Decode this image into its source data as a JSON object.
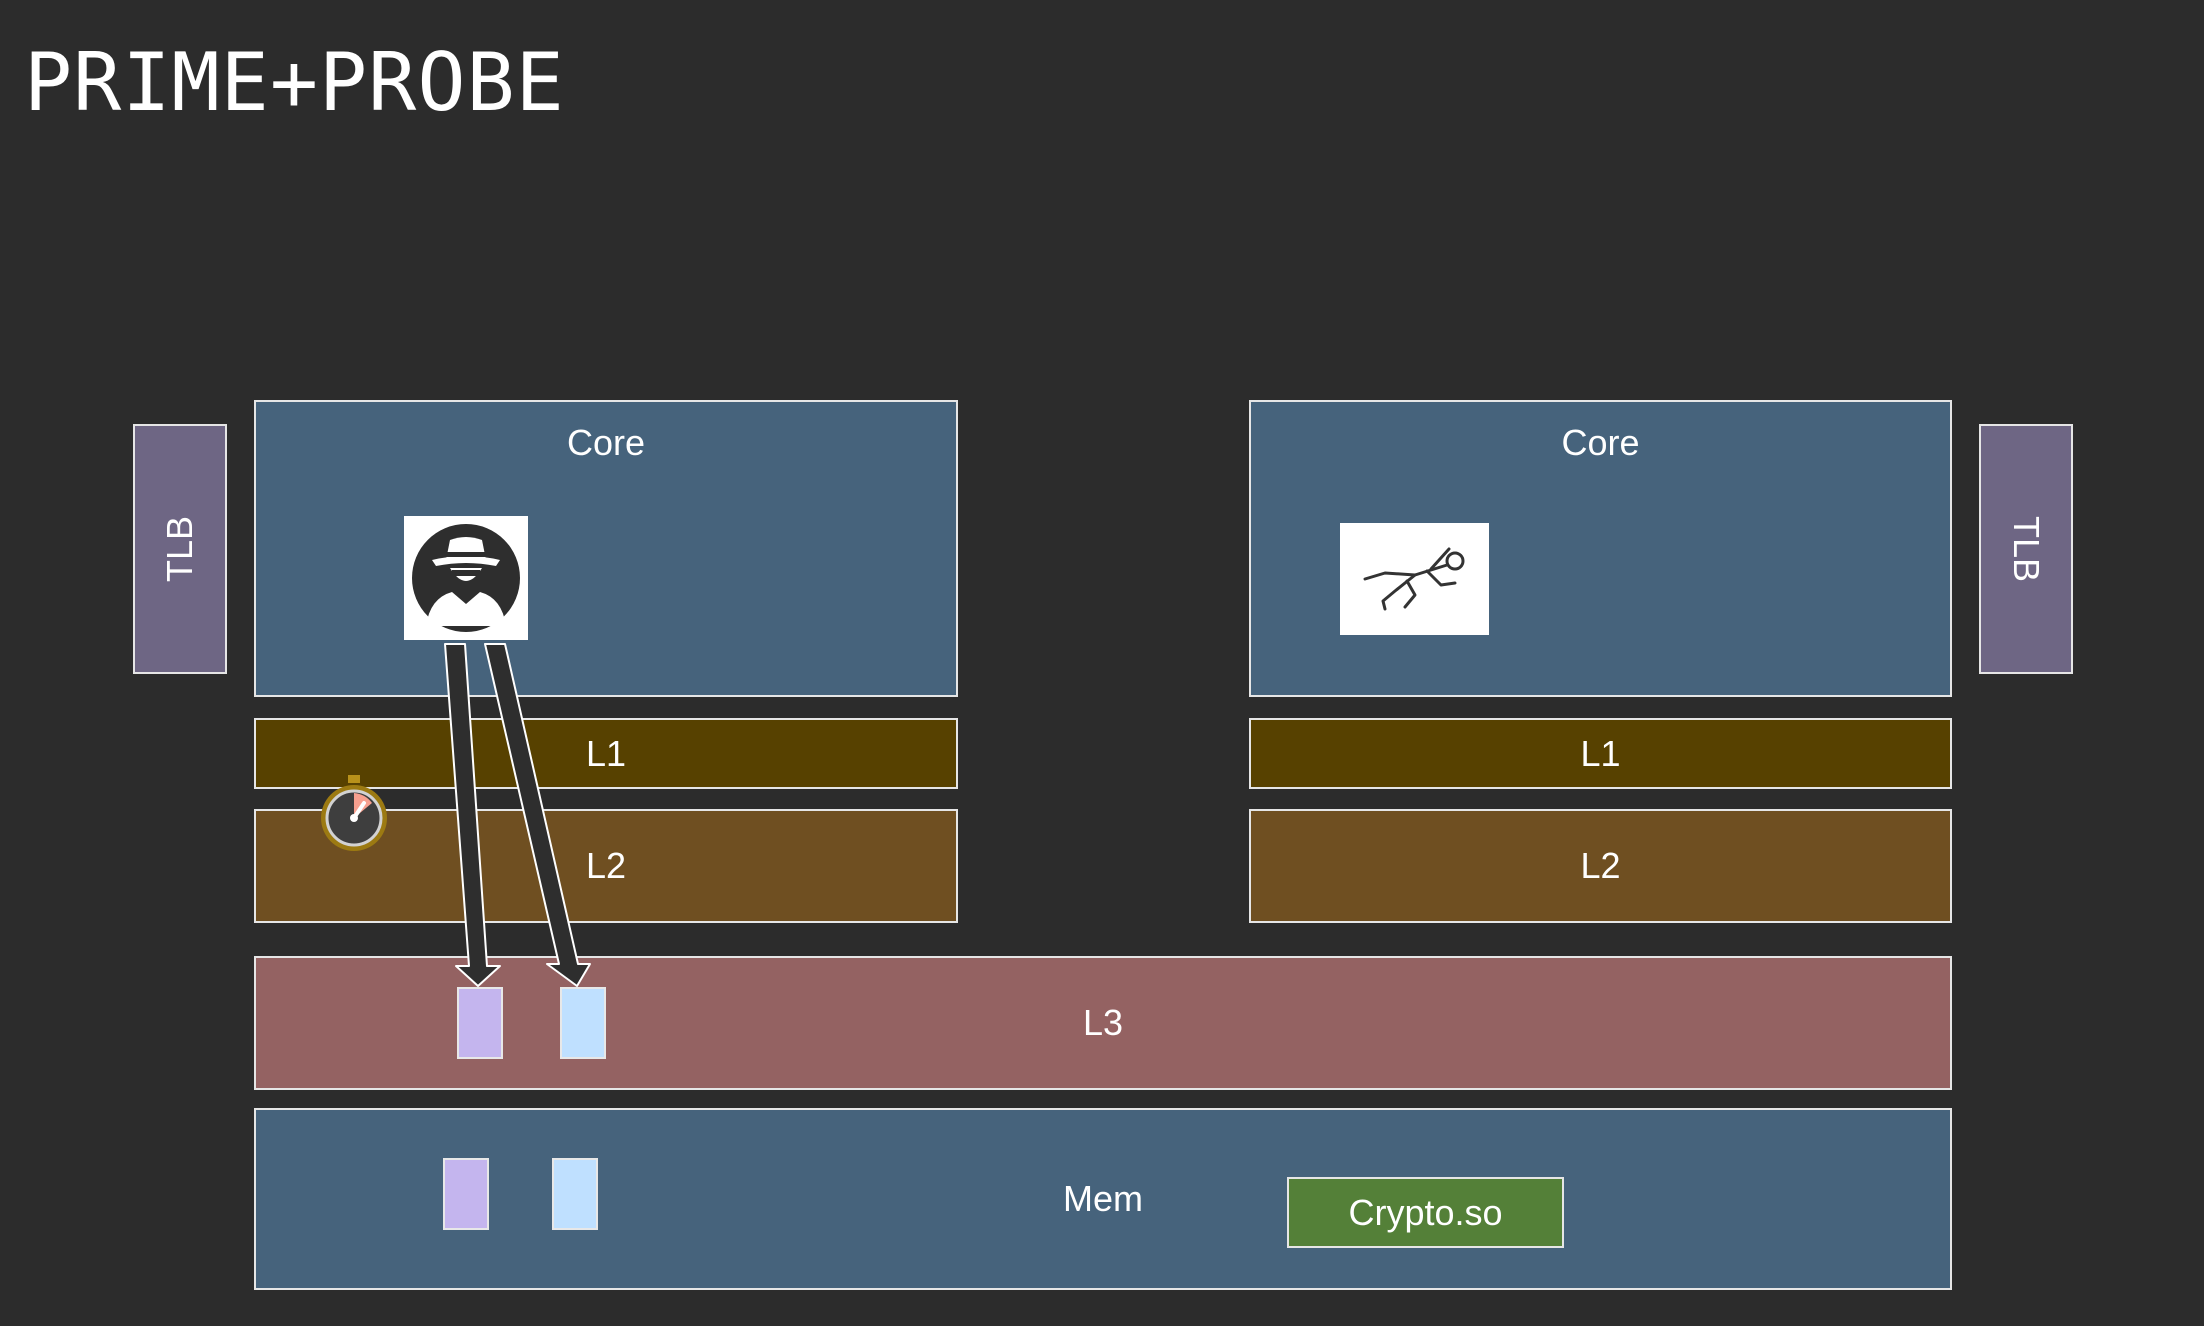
{
  "title": "PRIME+PROBE",
  "left": {
    "tlb": "TLB",
    "core": "Core",
    "l1": "L1",
    "l2": "L2"
  },
  "right": {
    "tlb": "TLB",
    "core": "Core",
    "l1": "L1",
    "l2": "L2"
  },
  "l3": "L3",
  "mem": "Mem",
  "crypto": "Crypto.so",
  "icons": {
    "attacker": "spy-icon",
    "victim": "victim-outline-icon",
    "timer": "stopwatch-icon"
  },
  "colors": {
    "background": "#2c2c2c",
    "core": "#46637c",
    "l1": "#574100",
    "l2": "#6f4f21",
    "l3": "#946262",
    "mem": "#46637c",
    "tlb": "#6e6684",
    "crypto": "#548038",
    "line_purple": "#c4b5ee",
    "line_blue": "#bfe0ff"
  }
}
